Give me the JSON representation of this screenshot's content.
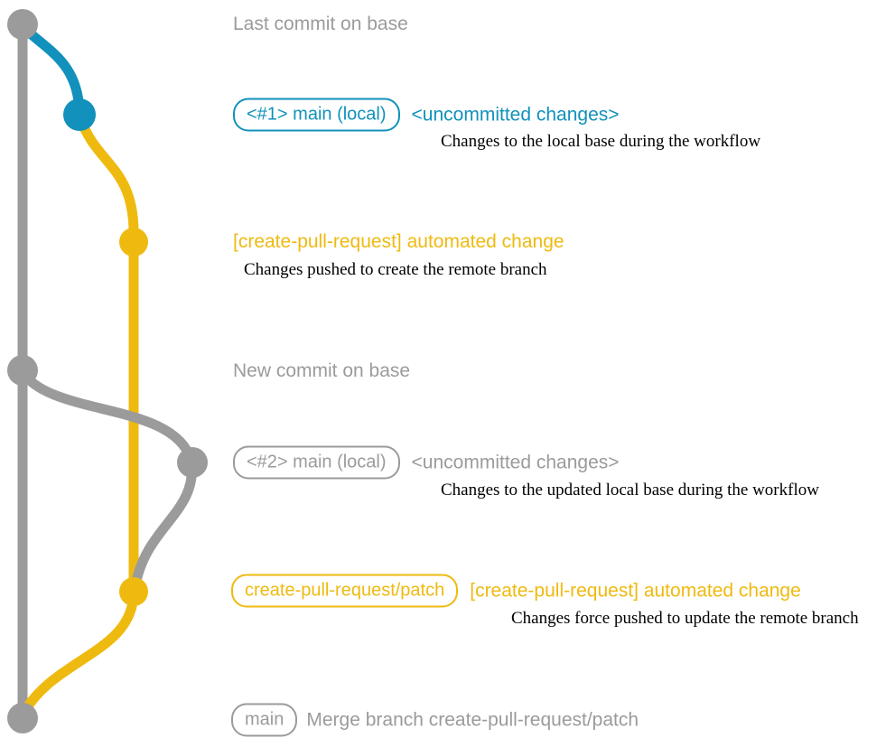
{
  "colors": {
    "base_gray": "#9b9b9b",
    "local_blue": "#1191bb",
    "patch_yellow": "#efba10",
    "description_text": "#000000"
  },
  "graph": {
    "type": "git-graph",
    "branches": [
      {
        "name": "base",
        "color_key": "base_gray"
      },
      {
        "name": "main (local)",
        "color_key": "local_blue"
      },
      {
        "name": "create-pull-request/patch",
        "color_key": "patch_yellow"
      }
    ]
  },
  "rows": {
    "last_commit": {
      "label": "Last commit on base"
    },
    "local_1": {
      "tag": "<#1> main (local)",
      "message": "<uncommitted changes>",
      "description": "Changes to the local base during the workflow"
    },
    "patch_create": {
      "message": "[create-pull-request] automated change",
      "description": "Changes pushed to create the remote branch"
    },
    "new_commit": {
      "label": "New commit on base"
    },
    "local_2": {
      "tag": "<#2> main (local)",
      "message": "<uncommitted changes>",
      "description": "Changes to the updated local base during the workflow"
    },
    "patch_update": {
      "tag": "create-pull-request/patch",
      "message": "[create-pull-request] automated change",
      "description": "Changes force pushed to update the remote branch"
    },
    "merge": {
      "tag": "main",
      "message": "Merge branch create-pull-request/patch"
    }
  }
}
